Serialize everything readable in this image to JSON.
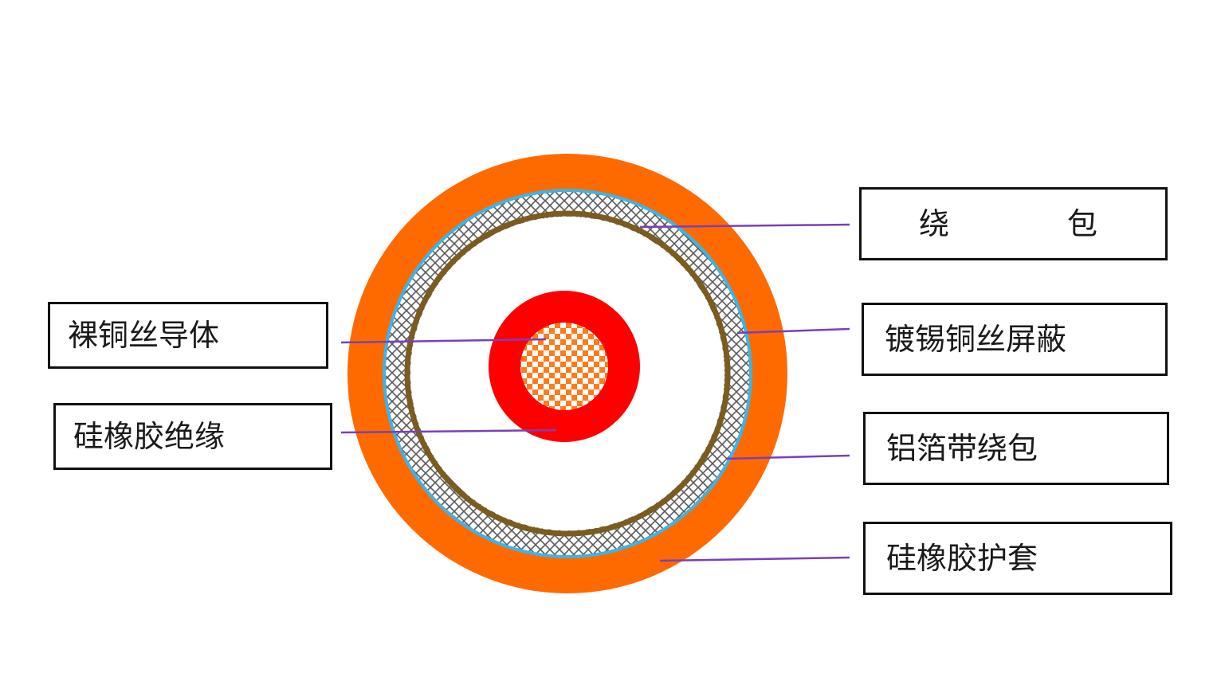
{
  "diagram": {
    "labels": {
      "bare_copper_conductor": "裸铜丝导体",
      "silicone_insulation": "硅橡胶绝缘",
      "wrap_left": "绕",
      "wrap_right": "包",
      "tinned_copper_shield": "镀锡铜丝屏蔽",
      "aluminum_foil_wrap": "铝箔带绕包",
      "silicone_jacket": "硅橡胶护套"
    },
    "colors": {
      "jacket": "#ff6a00",
      "blue_wrap": "#3cb4e6",
      "shield_mesh": "#5a5a5a",
      "foil_ring": "#7a5c1e",
      "insulation": "#ff0000",
      "conductor_check": "#ff7a1a",
      "leader_line": "#7b3fb8",
      "box_border": "#111111"
    }
  }
}
